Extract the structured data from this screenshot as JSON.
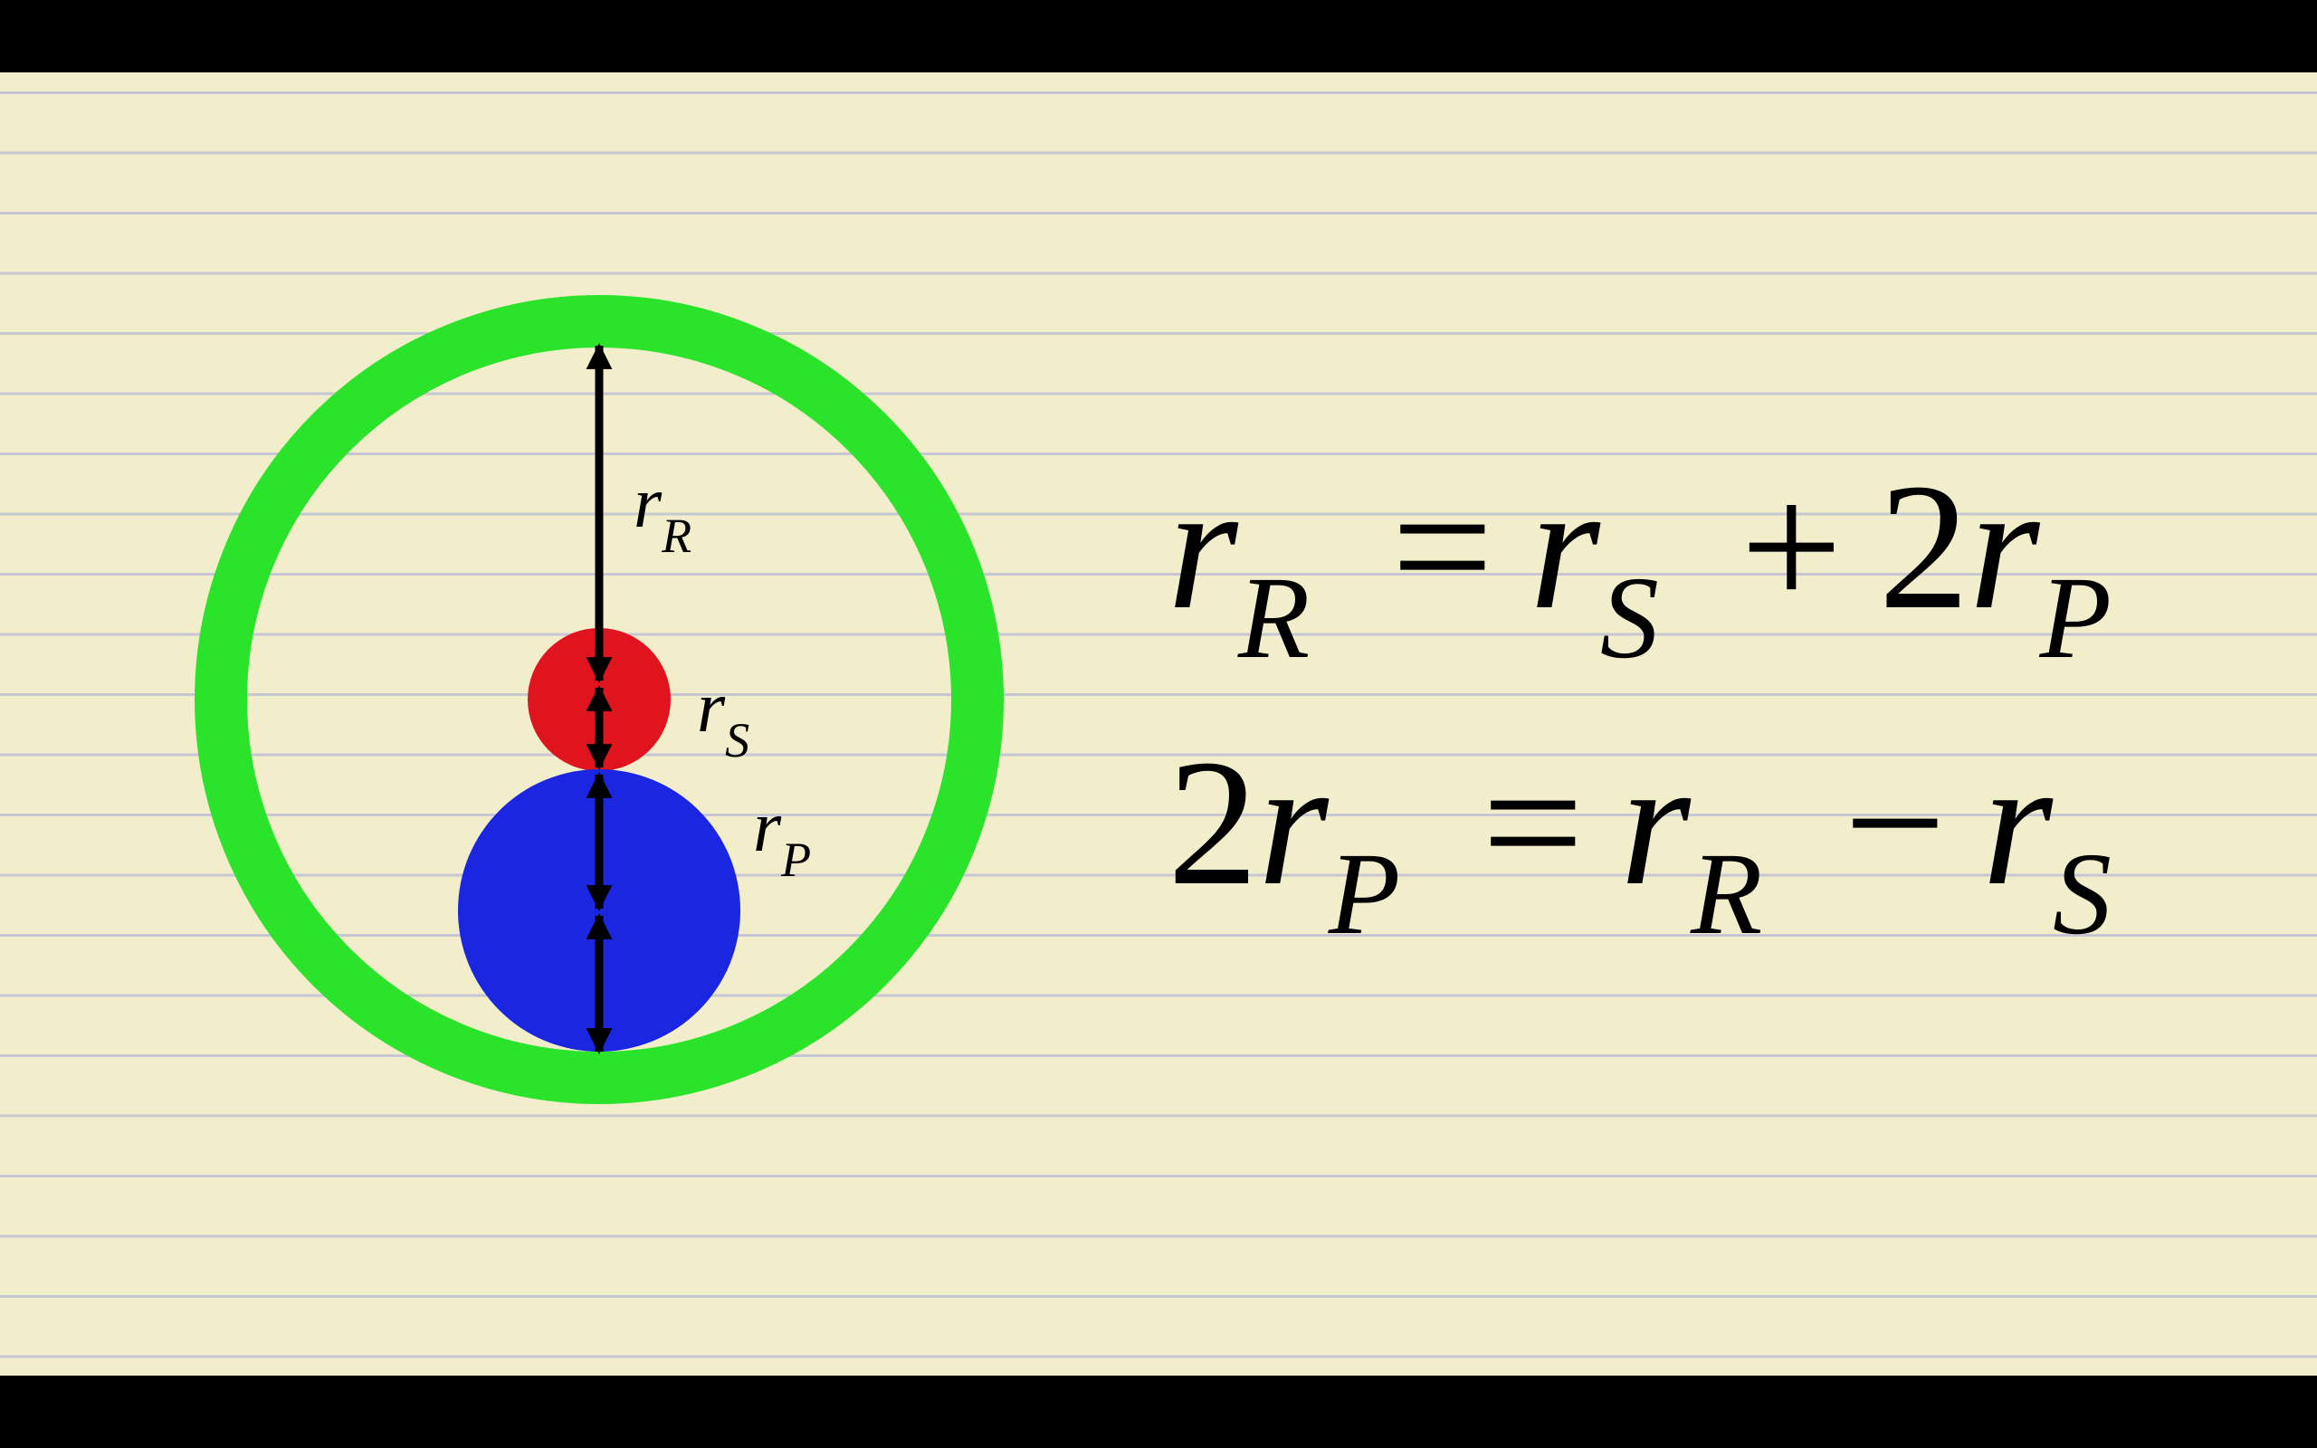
{
  "diagram": {
    "ring_gear": {
      "color": "#2be32b",
      "label": {
        "var": "r",
        "sub": "R"
      }
    },
    "sun_gear": {
      "color": "#e0141e",
      "label": {
        "var": "r",
        "sub": "S"
      }
    },
    "planet_gear": {
      "color": "#1a26e0",
      "label": {
        "var": "r",
        "sub": "P"
      }
    }
  },
  "equations": [
    {
      "lhs_coef": "",
      "lhs_var": "r",
      "lhs_sub": "R",
      "eq": "=",
      "t1_var": "r",
      "t1_sub": "S",
      "op": "+",
      "t2_coef": "2",
      "t2_var": "r",
      "t2_sub": "P"
    },
    {
      "lhs_coef": "2",
      "lhs_var": "r",
      "lhs_sub": "P",
      "eq": "=",
      "t1_var": "r",
      "t1_sub": "R",
      "op": "−",
      "t2_coef": "",
      "t2_var": "r",
      "t2_sub": "S"
    }
  ],
  "colors": {
    "paper": "#f2edcb",
    "rule_line": "#c6c7d3",
    "arrow": "#000000"
  }
}
